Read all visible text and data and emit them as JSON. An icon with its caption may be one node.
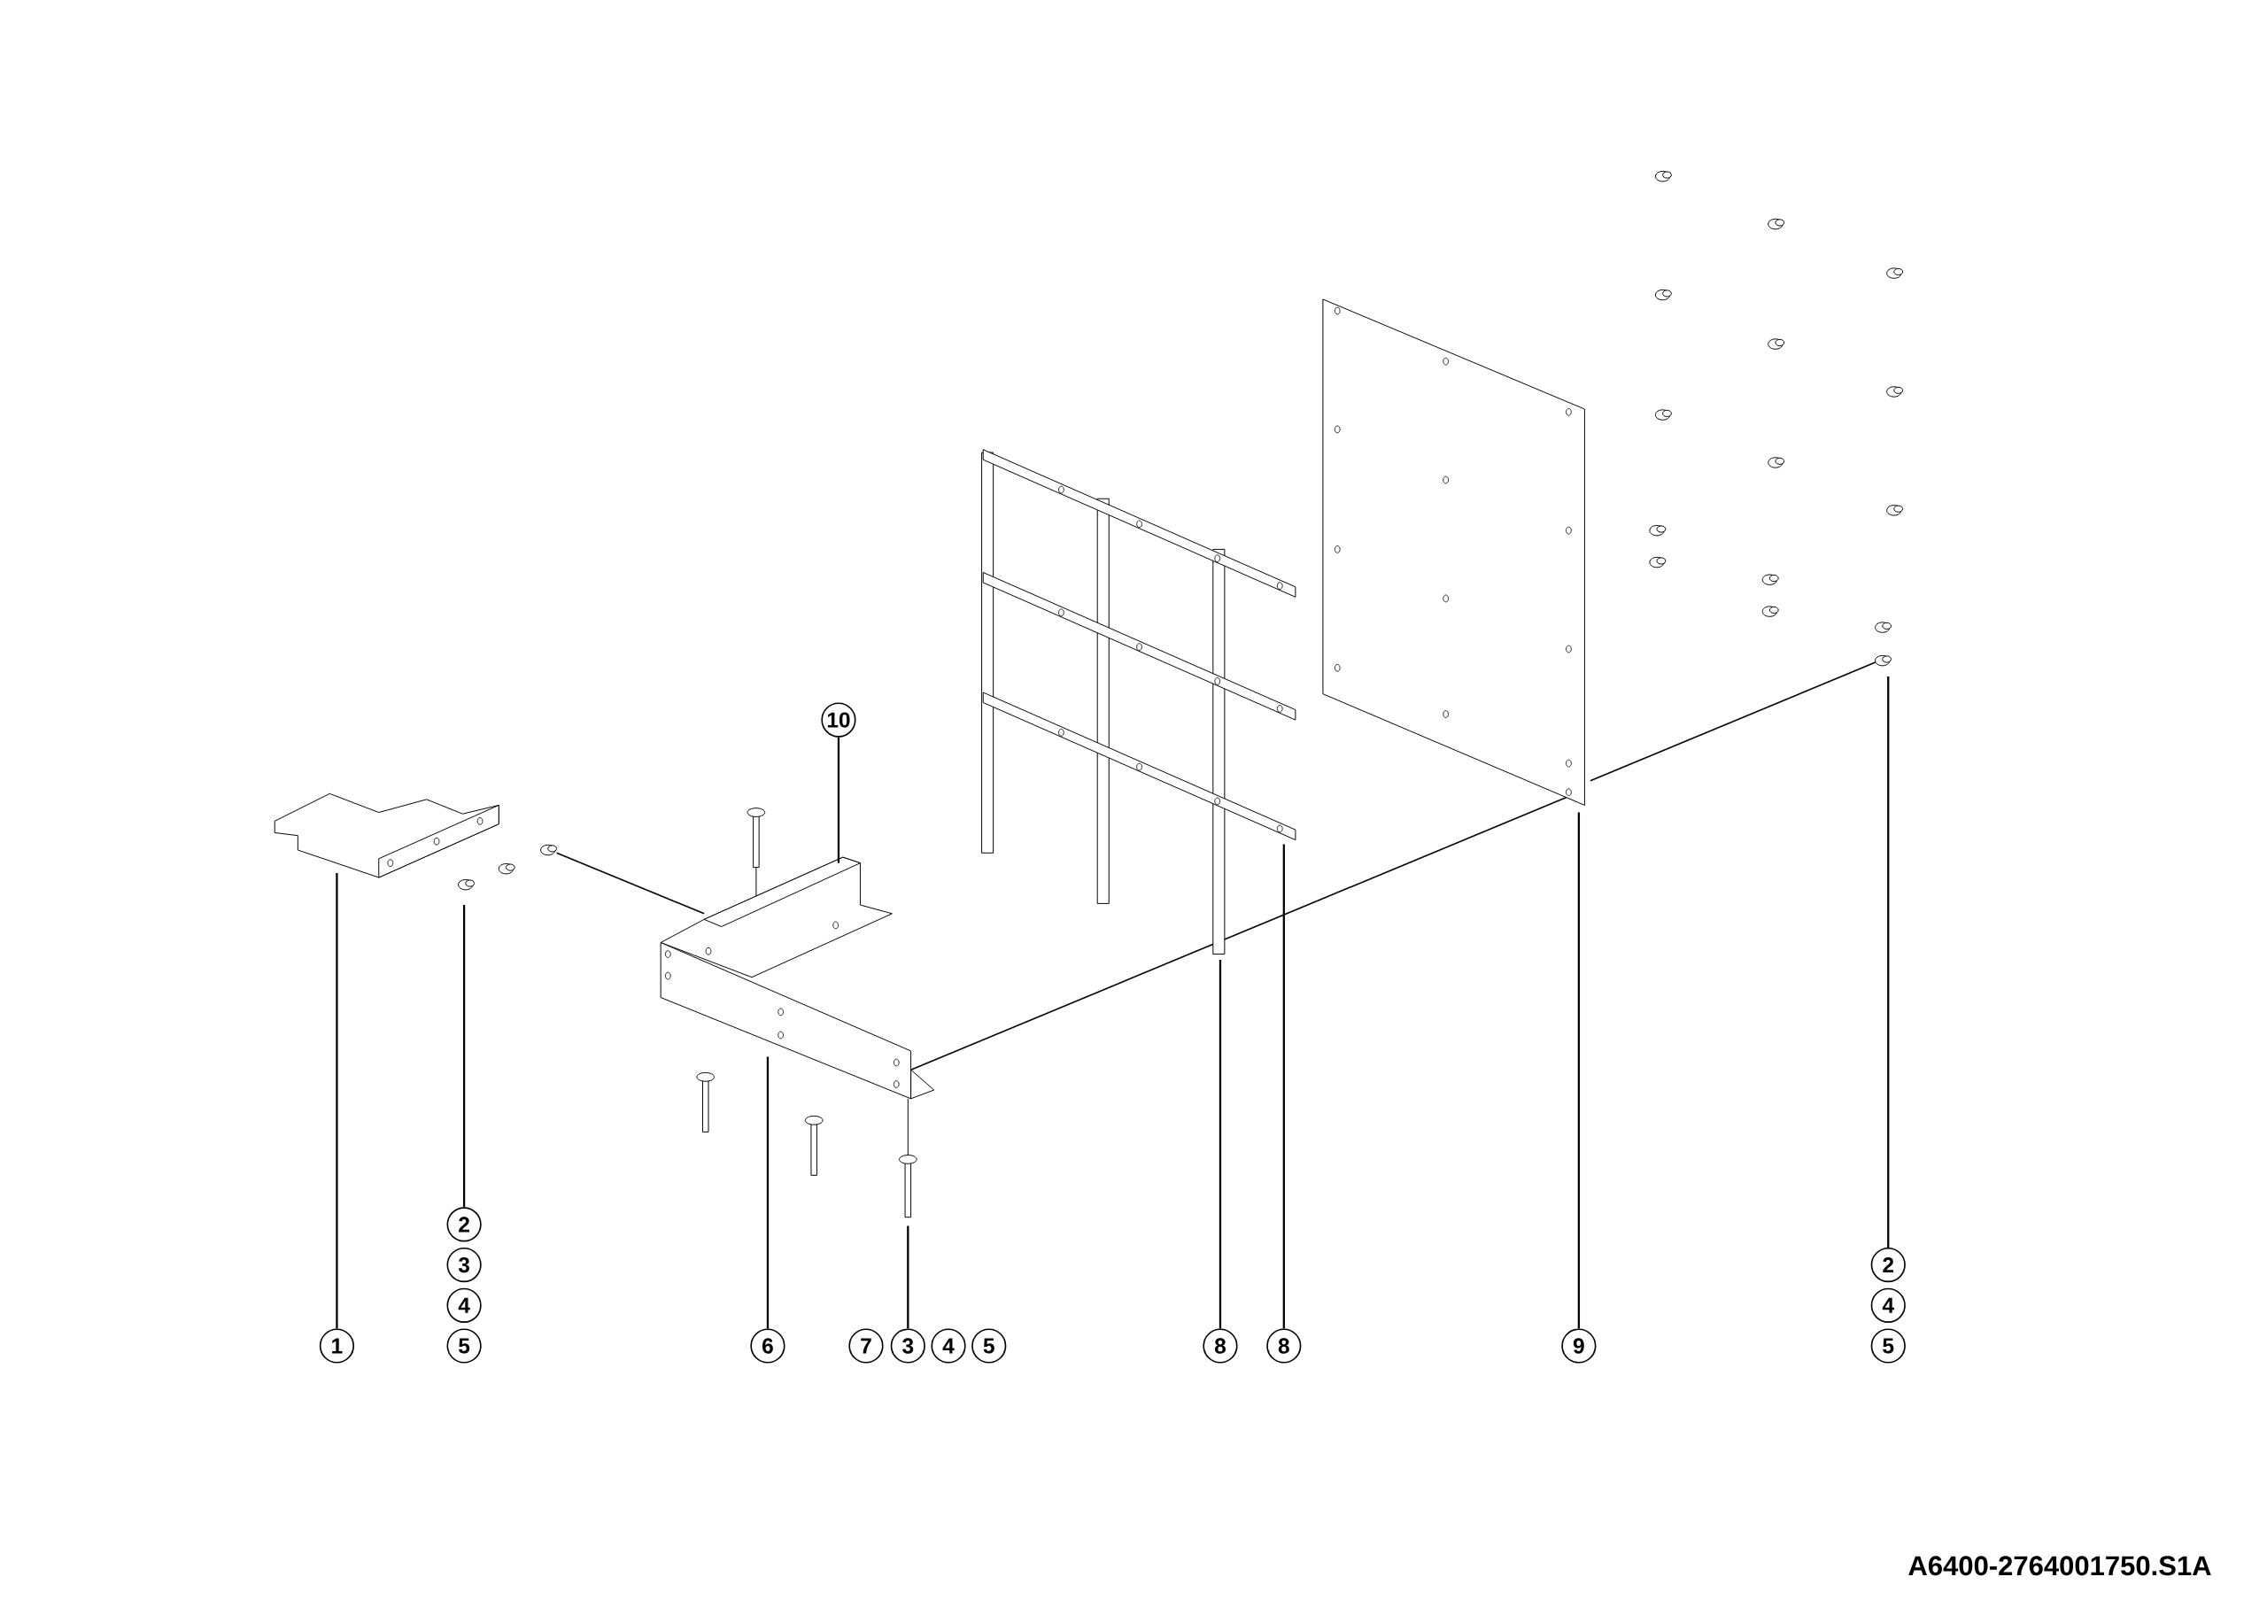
{
  "diagram": {
    "nodes": [
      {
        "text": [
          "1"
        ]
      },
      {
        "text": [
          "2"
        ]
      },
      {
        "text": [
          "3"
        ]
      },
      {
        "text": [
          "4"
        ]
      },
      {
        "text": [
          "5"
        ]
      },
      {
        "text": [
          "6"
        ]
      },
      {
        "text": [
          "7"
        ]
      },
      {
        "text": [
          "3"
        ]
      },
      {
        "text": [
          "4"
        ]
      },
      {
        "text": [
          "5"
        ]
      },
      {
        "text": [
          "8"
        ]
      },
      {
        "text": [
          "8"
        ]
      },
      {
        "text": [
          "9"
        ]
      },
      {
        "text": [
          "2"
        ]
      },
      {
        "text": [
          "4"
        ]
      },
      {
        "text": [
          "5"
        ]
      },
      {
        "text": [
          "10"
        ]
      }
    ],
    "edges": [
      {
        "from": 0,
        "to": null,
        "arrow": "none"
      },
      {
        "from": 1,
        "to": null,
        "arrow": "none"
      },
      {
        "from": 5,
        "to": null,
        "arrow": "none"
      },
      {
        "from": 7,
        "to": null,
        "arrow": "none"
      },
      {
        "from": 10,
        "to": null,
        "arrow": "none"
      },
      {
        "from": 11,
        "to": null,
        "arrow": "none"
      },
      {
        "from": 12,
        "to": null,
        "arrow": "none"
      },
      {
        "from": 13,
        "to": null,
        "arrow": "none"
      },
      {
        "from": 16,
        "to": null,
        "arrow": "none"
      }
    ],
    "labels": [
      "A6400-2764001750.S1A"
    ]
  }
}
